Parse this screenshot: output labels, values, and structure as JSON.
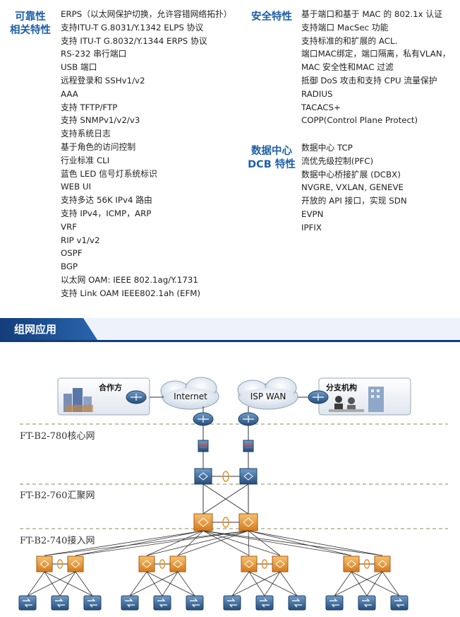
{
  "sections": {
    "reliability": {
      "heading_line1": "可靠性",
      "heading_line2": "相关特性",
      "items": [
        "ERPS（以太网保护切换，允许容错网络拓扑）",
        "支持ITU-T G.8031/Y.1342 ELPS 协议",
        "支持 ITU-T G.8032/Y.1344 ERPS 协议",
        "RS-232 串行端口",
        "USB 端口",
        "远程登录和 SSHv1/v2",
        "AAA",
        "支持 TFTP/FTP",
        "支持 SNMPv1/v2/v3",
        "支持系统日志",
        "基于角色的访问控制",
        "行业标准 CLI",
        "蓝色 LED 信号灯系统标识",
        "WEB UI",
        "支持多达 56K IPv4 路由",
        "支持 IPv4，ICMP，ARP",
        "VRF",
        "RIP v1/v2",
        "OSPF",
        "BGP",
        "以太网 OAM: IEEE 802.1ag/Y.1731",
        "支持 Link OAM IEEE802.1ah (EFM)"
      ]
    },
    "security": {
      "heading": "安全特性",
      "items": [
        "基于端口和基于 MAC 的 802.1x 认证",
        "支持端口 MacSec 功能",
        "支持标准的和扩展的 ACL.",
        "端口MAC绑定，端口隔离，私有VLAN，",
        "MAC 安全性和MAC 过滤",
        "抵御 DoS 攻击和支持 CPU 流量保护",
        "RADIUS",
        "TACACS+",
        "COPP(Control Plane Protect)"
      ]
    },
    "datacenter": {
      "heading_line1": "数据中心",
      "heading_line2": "DCB 特性",
      "items": [
        "数据中心 TCP",
        "流优先级控制(PFC)",
        "数据中心桥接扩展 (DCBX)",
        "NVGRE, VXLAN, GENEVE",
        "开放的 API 接口，实现 SDN",
        "EVPN",
        "IPFIX"
      ]
    }
  },
  "banner": {
    "title": "组网应用",
    "color_dark": "#123d7a",
    "color_mid": "#2a66b0"
  },
  "network": {
    "partner_label": "合作方",
    "branch_label": "分支机构",
    "cloud_left": "Internet",
    "cloud_right": "ISP WAN",
    "tier_core": "FT-B2-780核心网",
    "tier_aggregation": "FT-B2-760汇聚网",
    "tier_access": "FT-B2-740接入网"
  },
  "colors": {
    "heading": "#1f5fa8",
    "device_blue": "#2f5d8c",
    "device_orange": "#e8912a",
    "tier_line": "#8a8a5a"
  }
}
